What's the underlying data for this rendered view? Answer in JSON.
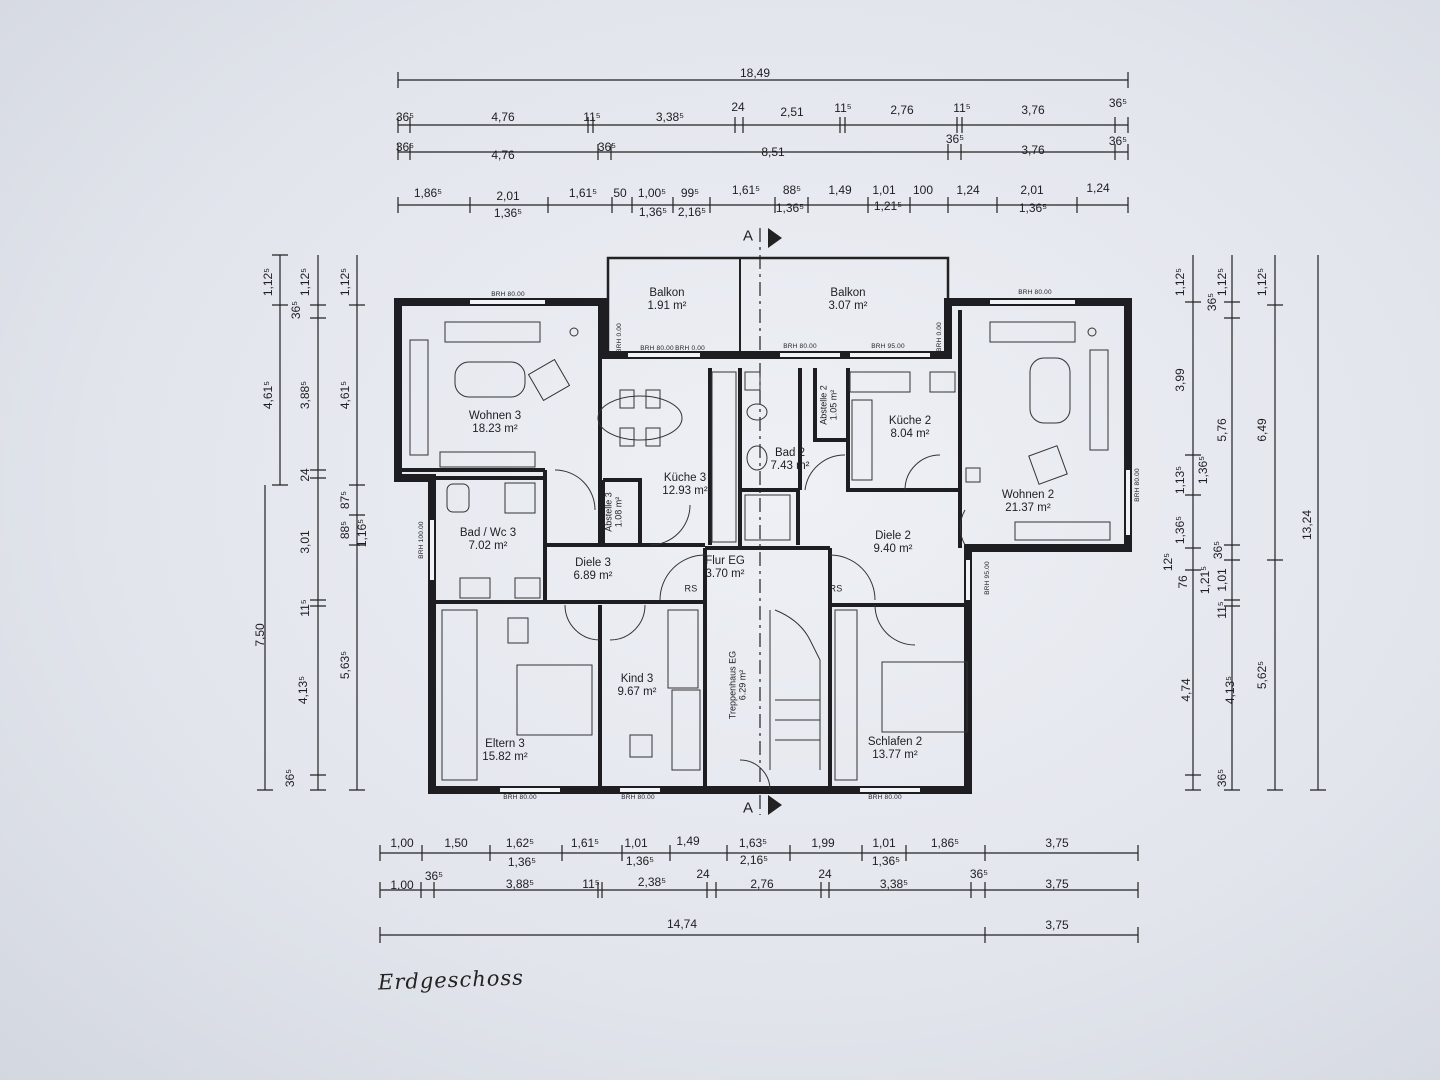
{
  "title_handwritten": "Erdgeschoss",
  "section_marker": "A",
  "rooms": [
    {
      "name": "Balkon",
      "area": "1.91 m²"
    },
    {
      "name": "Balkon",
      "area": "3.07 m²"
    },
    {
      "name": "Wohnen 3",
      "area": "18.23 m²"
    },
    {
      "name": "Küche 3",
      "area": "12.93 m²"
    },
    {
      "name": "Bad 2",
      "area": "7.43 m²"
    },
    {
      "name": "Abstelle 2",
      "area": "1.05 m²"
    },
    {
      "name": "Küche 2",
      "area": "8.04 m²"
    },
    {
      "name": "Wohnen 2",
      "area": "21.37 m²"
    },
    {
      "name": "Abstelle 3",
      "area": "1.08 m²"
    },
    {
      "name": "Bad / Wc 3",
      "area": "7.02 m²"
    },
    {
      "name": "Diele 3",
      "area": "6.89 m²"
    },
    {
      "name": "Flur EG",
      "area": "3.70 m²"
    },
    {
      "name": "Diele 2",
      "area": "9.40 m²"
    },
    {
      "name": "Kind 3",
      "area": "9.67 m²"
    },
    {
      "name": "Treppenhaus EG",
      "area": "6.29 m²"
    },
    {
      "name": "Eltern 3",
      "area": "15.82 m²"
    },
    {
      "name": "Schlafen 2",
      "area": "13.77 m²"
    }
  ],
  "annotations": [
    "BRH 80.00",
    "BRH 0.00",
    "BRH 80.00",
    "BRH 0.00",
    "BRH 80.00",
    "BRH 95.00",
    "BRH 0.00",
    "BRH 80.00",
    "BRH 80.00",
    "BRH 100.00",
    "BRH 95.00",
    "BRH 80.00",
    "BRH 80.00",
    "BRH 80.00",
    "RS",
    "RS"
  ],
  "dimensions": {
    "top": [
      [
        "18,49"
      ],
      [
        "36⁵",
        "4,76",
        "11⁵",
        "3,38⁵",
        "24",
        "2,51",
        "11⁵",
        "2,76",
        "11⁵",
        "3,76",
        "36⁵"
      ],
      [
        "36⁵",
        "4,76",
        "36⁵",
        "8,51",
        "36⁵",
        "3,76",
        "36⁵"
      ],
      [
        "1,86⁵",
        "2,01",
        "1,61⁵",
        "50",
        "1,00⁵",
        "99⁵",
        "1,61⁵",
        "88⁵",
        "1,49",
        "1,01",
        "100",
        "1,24",
        "2,01",
        "1,24"
      ],
      [
        "1,36⁵",
        "1,36⁵",
        "2,16⁵",
        "1,36⁵",
        "1,21⁵",
        "1,36⁵"
      ]
    ],
    "bottom": [
      [
        "1,00",
        "1,50",
        "1,62⁵",
        "1,61⁵",
        "1,01",
        "1,49",
        "1,63⁵",
        "1,99",
        "1,01",
        "1,86⁵",
        "3,75"
      ],
      [
        "1,36⁵",
        "1,36⁵",
        "2,16⁵",
        "1,36⁵"
      ],
      [
        "1,00",
        "36⁵",
        "3,88⁵",
        "11⁵",
        "2,38⁵",
        "24",
        "2,76",
        "24",
        "3,38⁵",
        "36⁵",
        "3,75"
      ],
      [
        "14,74",
        "3,75"
      ]
    ],
    "left": [
      [
        "1,12⁵",
        "4,61⁵",
        "7,50"
      ],
      [
        "1,12⁵",
        "36⁵",
        "3,88⁵",
        "24",
        "3,01",
        "11⁵",
        "4,13⁵",
        "36⁵"
      ],
      [
        "1,12⁵",
        "4,61⁵",
        "87⁵",
        "88⁵",
        "1,16⁵",
        "5,63⁵"
      ]
    ],
    "right": [
      [
        "1,12⁵",
        "3,99",
        "1,13⁵",
        "1,36⁵",
        "12⁵",
        "76",
        "4,74",
        "36⁵"
      ],
      [
        "1,12⁵",
        "36⁵",
        "5,76",
        "1,36⁵",
        "36⁵",
        "1,21⁵",
        "1,01",
        "11⁵",
        "4,13⁵"
      ],
      [
        "1,12⁵",
        "6,49",
        "5,62⁵"
      ],
      [
        "13,24"
      ]
    ]
  }
}
